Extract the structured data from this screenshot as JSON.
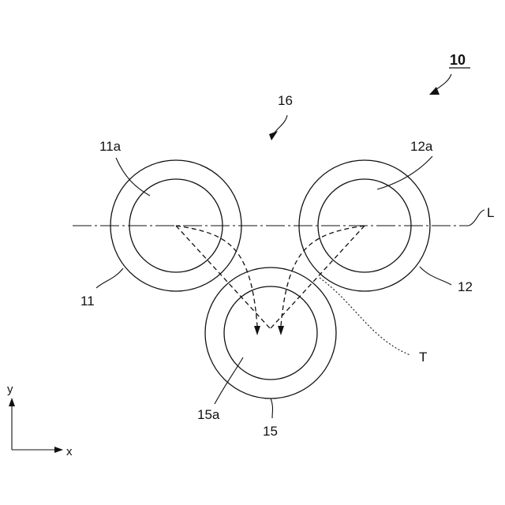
{
  "figure": {
    "assembly_label": "10",
    "gap_label": "16",
    "roll_left_label": "11",
    "roll_left_inner_label": "11a",
    "roll_right_label": "12",
    "roll_right_inner_label": "12a",
    "roll_bottom_label": "15",
    "roll_bottom_inner_label": "15a",
    "line_label": "L",
    "trajectory_label": "T"
  },
  "axes": {
    "x_label": "x",
    "y_label": "y"
  }
}
